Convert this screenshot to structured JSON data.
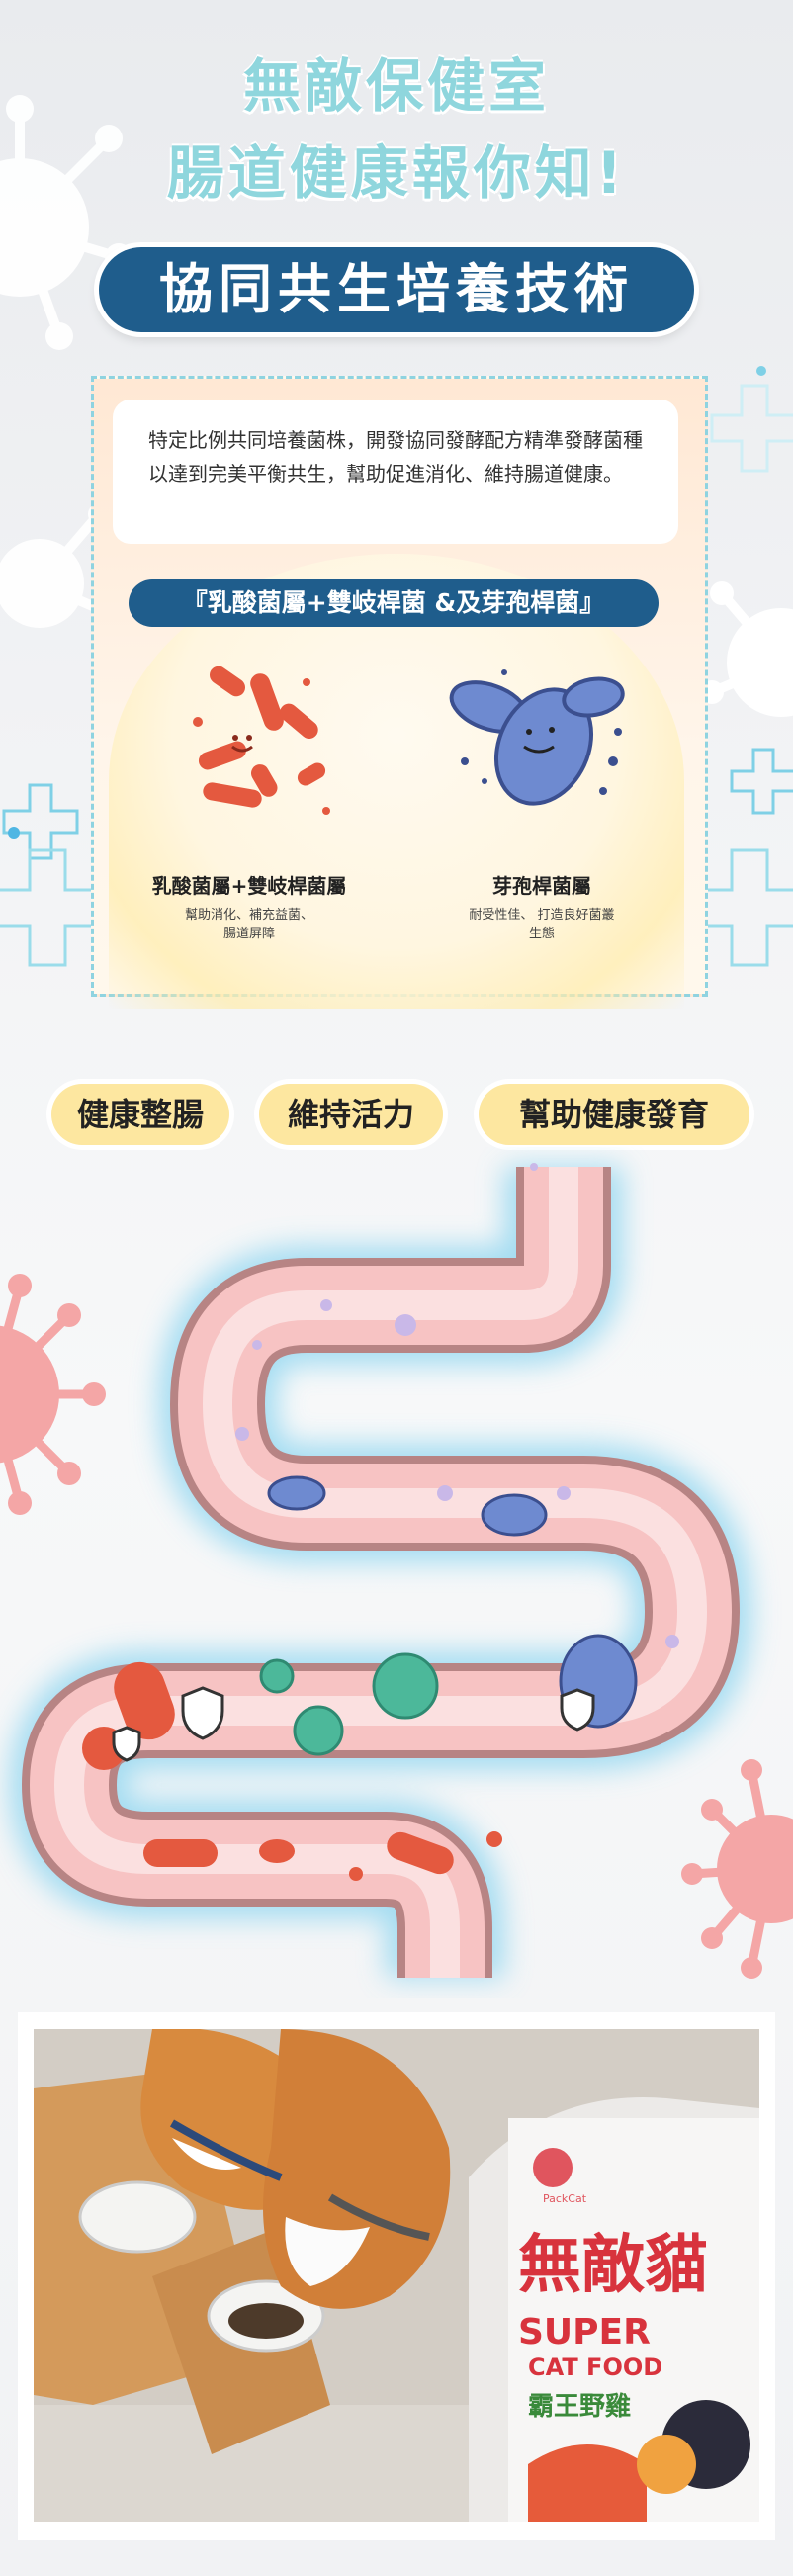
{
  "header": {
    "title_line1": "無敵保健室",
    "title_line2": "腸道健康報你知!",
    "banner": "協同共生培養技術"
  },
  "intro": {
    "text": "特定比例共同培養菌株，開發協同發酵配方精準發酵菌種以達到完美平衡共生，幫助促進消化、維持腸道健康。"
  },
  "strains": {
    "heading": "『乳酸菌屬+雙岐桿菌 &及芽孢桿菌』",
    "items": [
      {
        "name": "乳酸菌屬+雙岐桿菌屬",
        "desc": "幫助消化、補充益菌、\n腸道屏障"
      },
      {
        "name": "芽孢桿菌屬",
        "desc": "耐受性佳、 打造良好菌叢\n生態"
      }
    ]
  },
  "benefits": [
    "健康整腸",
    "維持活力",
    "幫助健康發育"
  ],
  "product": {
    "brand_small": "PackCat",
    "name": "無敵貓",
    "super": "SUPER",
    "cat_food": "CAT FOOD",
    "flavor": "霸王野雞"
  },
  "colors": {
    "title": "#8fd6dd",
    "banner": "#1f5d8c",
    "tag": "#fde7a0",
    "intestine": "#f7c3c3",
    "virus_pink": "#f4a6a6"
  }
}
